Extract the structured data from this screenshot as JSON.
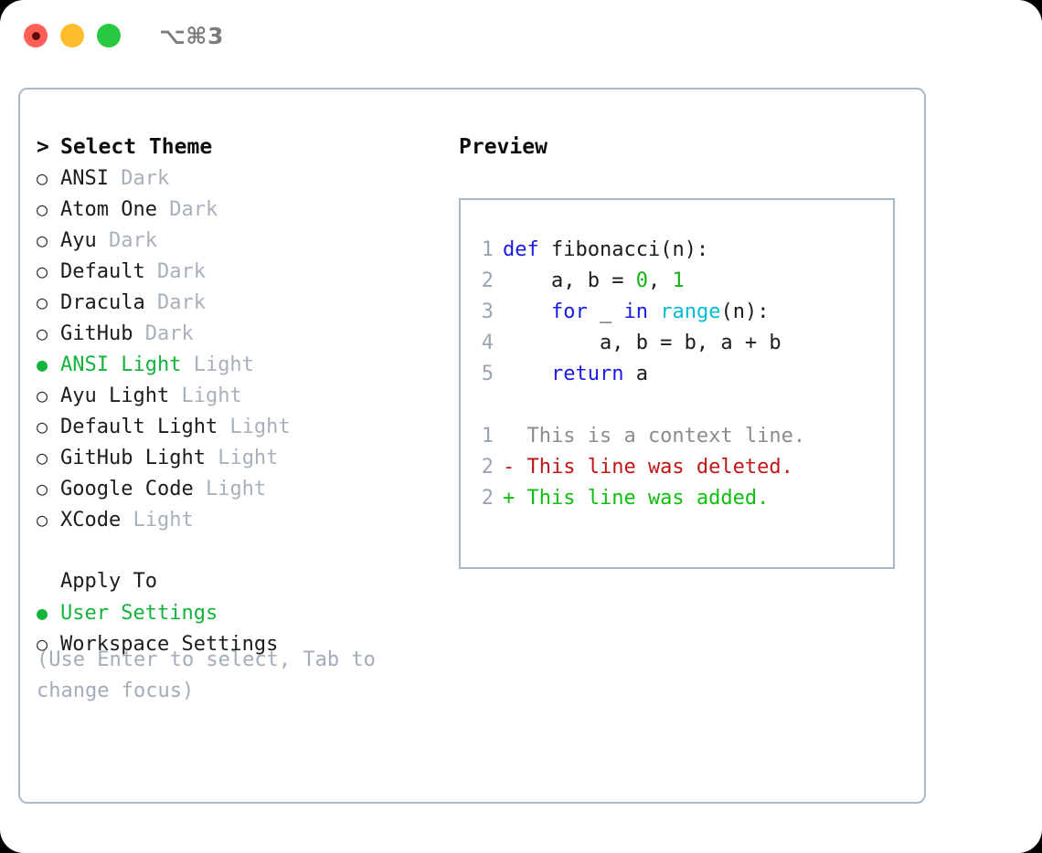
{
  "titlebar": {
    "shortcut": "⌥⌘3",
    "buttons": [
      {
        "name": "close",
        "color": "#ff5f57"
      },
      {
        "name": "minimize",
        "color": "#ffbd2e"
      },
      {
        "name": "maximize",
        "color": "#28c840"
      }
    ]
  },
  "theme_panel": {
    "heading": "Select Theme",
    "caret": ">",
    "bullet_unselected": "○",
    "bullet_selected": "●",
    "items": [
      {
        "name": "ANSI",
        "mode": "Dark",
        "selected": false
      },
      {
        "name": "Atom One",
        "mode": "Dark",
        "selected": false
      },
      {
        "name": "Ayu",
        "mode": "Dark",
        "selected": false
      },
      {
        "name": "Default",
        "mode": "Dark",
        "selected": false
      },
      {
        "name": "Dracula",
        "mode": "Dark",
        "selected": false
      },
      {
        "name": "GitHub",
        "mode": "Dark",
        "selected": false
      },
      {
        "name": "ANSI Light",
        "mode": "Light",
        "selected": true
      },
      {
        "name": "Ayu Light",
        "mode": "Light",
        "selected": false
      },
      {
        "name": "Default Light",
        "mode": "Light",
        "selected": false
      },
      {
        "name": "GitHub Light",
        "mode": "Light",
        "selected": false
      },
      {
        "name": "Google Code",
        "mode": "Light",
        "selected": false
      },
      {
        "name": "XCode",
        "mode": "Light",
        "selected": false
      }
    ]
  },
  "apply_to": {
    "heading": "Apply To",
    "items": [
      {
        "name": "User Settings",
        "selected": true
      },
      {
        "name": "Workspace Settings",
        "selected": false
      }
    ]
  },
  "hint": "(Use Enter to select, Tab to change focus)",
  "preview": {
    "title": "Preview",
    "code_lines": [
      {
        "lineno": "1",
        "tokens": [
          {
            "t": "def",
            "c": "kw"
          },
          {
            "t": " fibonacci(n):",
            "c": "id"
          }
        ]
      },
      {
        "lineno": "2",
        "tokens": [
          {
            "t": "    a, b = ",
            "c": "id"
          },
          {
            "t": "0",
            "c": "num"
          },
          {
            "t": ", ",
            "c": "id"
          },
          {
            "t": "1",
            "c": "num"
          }
        ]
      },
      {
        "lineno": "3",
        "tokens": [
          {
            "t": "    ",
            "c": "id"
          },
          {
            "t": "for",
            "c": "kw"
          },
          {
            "t": " _ ",
            "c": "id"
          },
          {
            "t": "in",
            "c": "kw"
          },
          {
            "t": " ",
            "c": "id"
          },
          {
            "t": "range",
            "c": "fn"
          },
          {
            "t": "(n):",
            "c": "id"
          }
        ]
      },
      {
        "lineno": "4",
        "tokens": [
          {
            "t": "        a, b = b, a + b",
            "c": "id"
          }
        ]
      },
      {
        "lineno": "5",
        "tokens": [
          {
            "t": "    ",
            "c": "id"
          },
          {
            "t": "return",
            "c": "kw"
          },
          {
            "t": " a",
            "c": "id"
          }
        ]
      }
    ],
    "diff_lines": [
      {
        "lineno": "1",
        "marker": " ",
        "text": "  This is a context line.",
        "c": "ctx"
      },
      {
        "lineno": "2",
        "marker": "-",
        "text": "- This line was deleted.",
        "c": "del"
      },
      {
        "lineno": "2",
        "marker": "+",
        "text": "+ This line was added.",
        "c": "add"
      }
    ]
  },
  "colors": {
    "accent_green": "#13b33c",
    "border": "#aeb8c4",
    "muted": "#a8b0bb",
    "keyword": "#1a1ae6",
    "function": "#00bcd4",
    "number": "#15b215",
    "diff_deleted": "#c01616",
    "diff_added": "#0fbf0f"
  }
}
